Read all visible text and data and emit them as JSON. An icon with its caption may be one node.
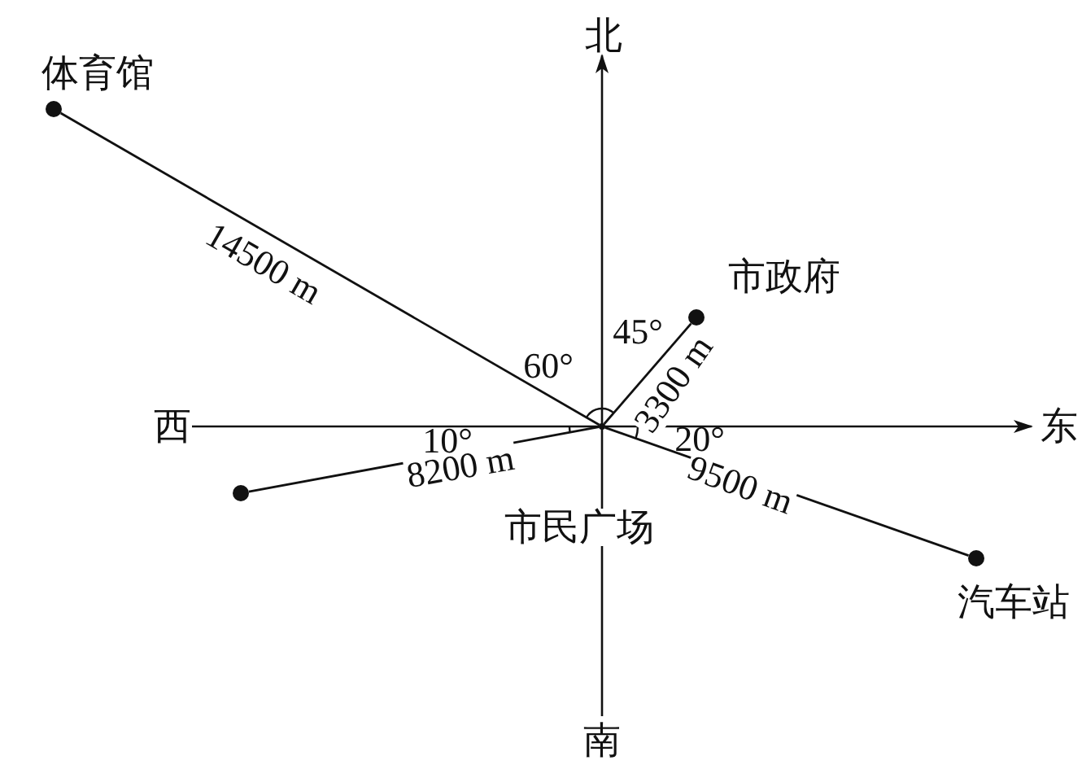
{
  "diagram": {
    "nodes": [
      {
        "text": [],
        "shape": "circle",
        "beside": [
          "市民广场"
        ]
      },
      {
        "text": [],
        "shape": "circle",
        "beside": [
          "体育馆"
        ]
      },
      {
        "text": [],
        "shape": "circle",
        "beside": [
          "市政府"
        ]
      },
      {
        "text": [],
        "shape": "circle"
      },
      {
        "text": [],
        "shape": "circle",
        "beside": [
          "汽车站"
        ]
      }
    ],
    "edges": [
      {
        "from": 0,
        "to": 1,
        "arrow": "none",
        "label": "14500 m"
      },
      {
        "from": 0,
        "to": 2,
        "arrow": "none",
        "label": "3300 m"
      },
      {
        "from": 0,
        "to": 3,
        "arrow": "none",
        "label": "8200 m"
      },
      {
        "from": 0,
        "to": 4,
        "arrow": "none",
        "label": "9500 m"
      }
    ],
    "labels": [
      "北",
      "西",
      "东",
      "南",
      "60°",
      "45°",
      "10°",
      "20°"
    ]
  }
}
